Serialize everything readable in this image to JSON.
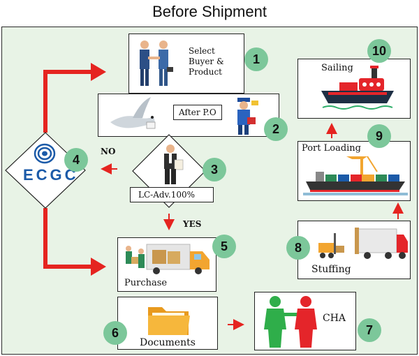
{
  "title": "Before Shipment",
  "steps": {
    "s1": {
      "number": "1",
      "label_lines": [
        "Select",
        "Buyer &",
        "Product"
      ]
    },
    "s2": {
      "number": "2",
      "label": "After P.O"
    },
    "s3": {
      "number": "3",
      "label": "LC-Adv.100%"
    },
    "s4": {
      "number": "4",
      "label": "ECGC"
    },
    "s5": {
      "number": "5",
      "label": "Purchase"
    },
    "s6": {
      "number": "6",
      "label": "Documents"
    },
    "s7": {
      "number": "7",
      "label": "CHA"
    },
    "s8": {
      "number": "8",
      "label": "Stuffing"
    },
    "s9": {
      "number": "9",
      "label": "Port Loading"
    },
    "s10": {
      "number": "10",
      "label": "Sailing"
    }
  },
  "branches": {
    "no": "NO",
    "yes": "YES"
  },
  "colors": {
    "arrow": "#e52420",
    "panel": "#e8f3e6",
    "badge": "#7cc79a",
    "ecgc_blue": "#1b5aa8"
  }
}
